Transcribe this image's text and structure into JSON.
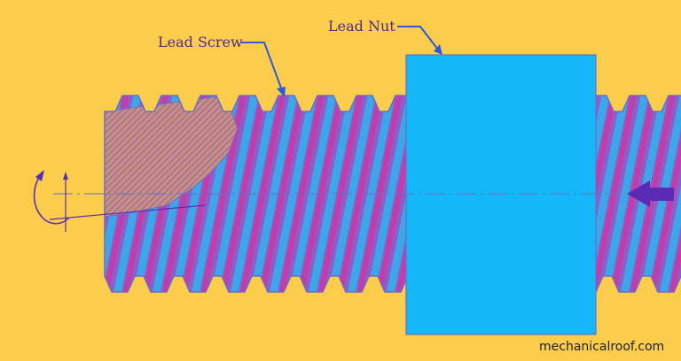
{
  "labels": {
    "lead_screw": "Lead Screw",
    "lead_nut": "Lead Nut"
  },
  "watermark": "mechanicalroof.com",
  "colors": {
    "background": "#FCCC4C",
    "screw_body": "#8B5FCB",
    "thread_magenta": "#C33CAA",
    "thread_blue": "#3CA6E8",
    "nut": "#14B8F8",
    "outline": "#6C6CC8",
    "label_text": "#4B2C8F",
    "leader": "#2D5BD8",
    "arrow": "#5B2BB5",
    "hatch_fill": "#C98E7E",
    "hatch_line": "#7A5AC0"
  },
  "icons": {
    "rotation": "rotation-arrow-icon",
    "direction": "left-arrow-icon"
  }
}
